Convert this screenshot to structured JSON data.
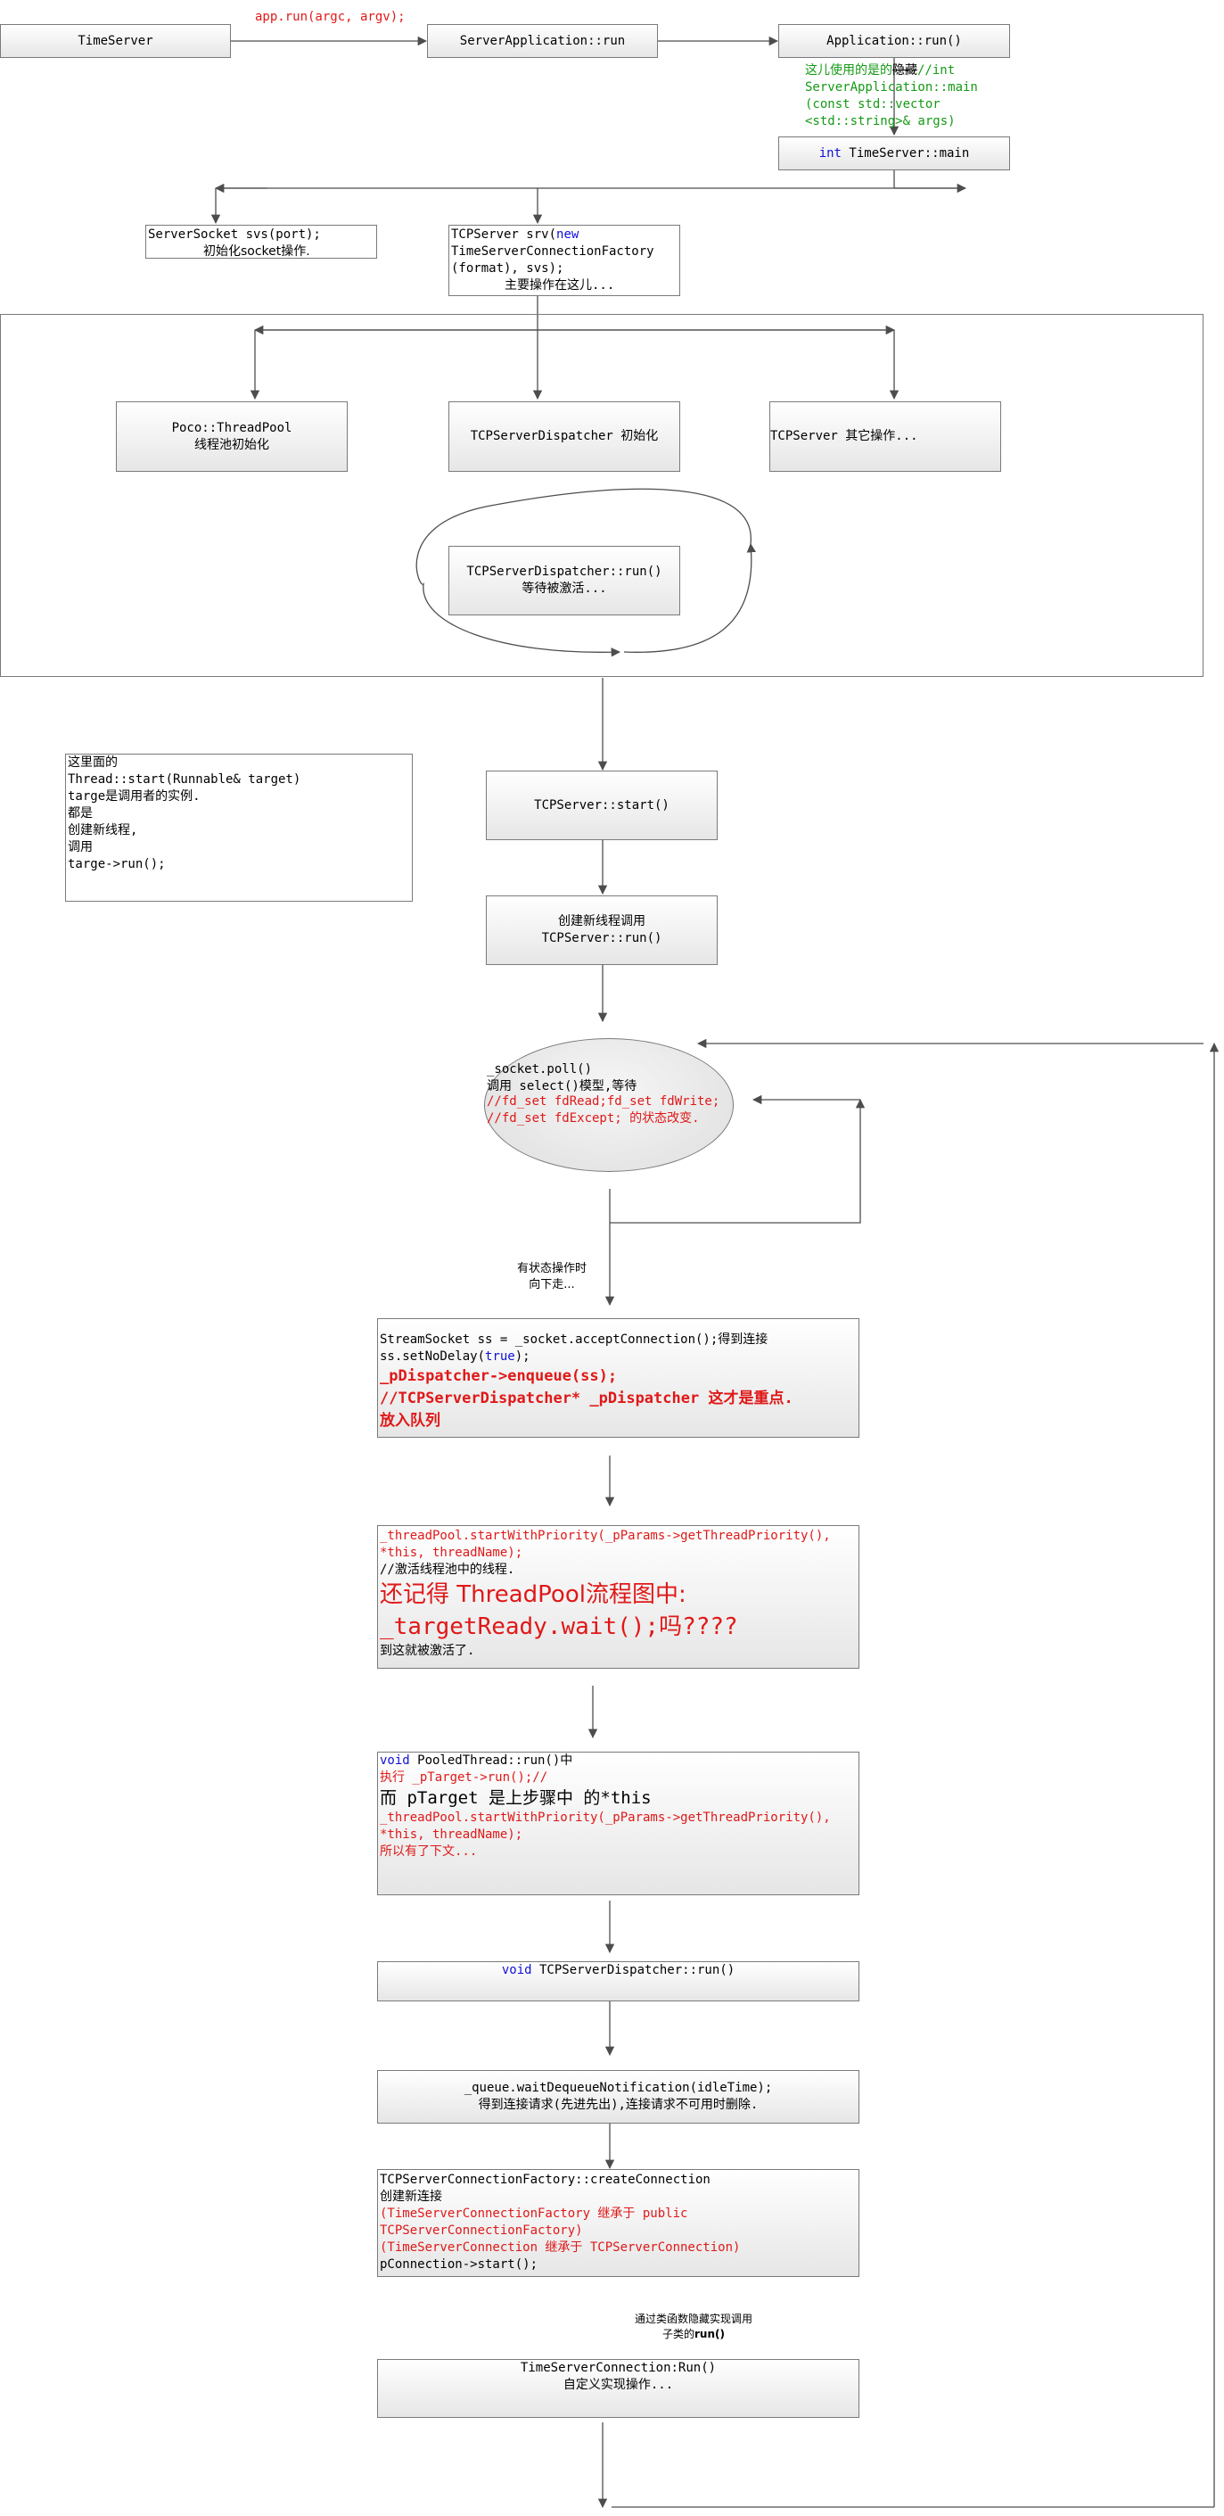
{
  "nodes": {
    "time_server": "TimeServer",
    "server_app_run": "ServerApplication::run",
    "application_run": "Application::run()",
    "int_kw": "int",
    "time_server_main": " TimeServer::main",
    "server_socket_1": "ServerSocket svs(port);",
    "server_socket_2": "初始化socket操作.",
    "tcp_server_srv_1a": "TCPServer srv(",
    "tcp_server_srv_1b": "new",
    "tcp_server_srv_2": "TimeServerConnectionFactory",
    "tcp_server_srv_3": "(format), svs);",
    "tcp_server_srv_4": "主要操作在这儿...",
    "thread_pool_1": "Poco::ThreadPool",
    "thread_pool_2": "线程池初始化",
    "dispatcher_init": "TCPServerDispatcher 初始化",
    "tcp_other": "TCPServer 其它操作...",
    "dispatcher_run_1": "TCPServerDispatcher::run()",
    "dispatcher_run_2": "等待被激活...",
    "thread_start_1": "这里面的",
    "thread_start_2": "Thread::start(Runnable& target)",
    "thread_start_3": "targe是调用者的实例.",
    "thread_start_4": "都是",
    "thread_start_5": "创建新线程,",
    "thread_start_6": "调用",
    "thread_start_7": "targe->run();",
    "tcp_start": "TCPServer::start()",
    "new_thread_1": "创建新线程调用",
    "new_thread_2": "TCPServer::run()",
    "poll_1": "_socket.poll()",
    "poll_2": "调用 select()模型,等待",
    "poll_3": "//fd_set fdRead;fd_set fdWrite;",
    "poll_4": "//fd_set fdExcept; 的状态改变.",
    "status_1": "有状态操作时",
    "status_2": "向下走...",
    "accept_1": "StreamSocket ss = _socket.acceptConnection();得到连接",
    "accept_2a": "ss.setNoDelay(",
    "accept_2b": "true",
    "accept_2c": ");",
    "accept_3": "_pDispatcher->enqueue(ss);",
    "accept_4": "//TCPServerDispatcher* _pDispatcher 这才是重点.",
    "accept_5": "放入队列",
    "pool_1": "_threadPool.startWithPriority(_pParams->getThreadPriority(),",
    "pool_2": "*this, threadName);",
    "pool_3": "//激活线程池中的线程.",
    "pool_4": "还记得 ThreadPool流程图中:",
    "pool_5": "_targetReady.wait();吗????",
    "pool_6": "到这就被激活了.",
    "pooled_1a": "void",
    "pooled_1b": " PooledThread::run()中",
    "pooled_2": "执行 _pTarget->run();//",
    "pooled_3": "而 pTarget 是上步骤中 的*this",
    "pooled_4": "_threadPool.startWithPriority(_pParams->getThreadPriority(),",
    "pooled_5": "*this, threadName);",
    "pooled_6": "所以有了下文...",
    "disp_run_void": "void",
    "disp_run_rest": " TCPServerDispatcher::run()",
    "queue_1": "_queue.waitDequeueNotification(idleTime);",
    "queue_2": "得到连接请求(先进先出),连接请求不可用时删除.",
    "factory_1": "TCPServerConnectionFactory::createConnection",
    "factory_2": "创建新连接",
    "factory_3": "(TimeServerConnectionFactory 继承于 public",
    "factory_4": "TCPServerConnectionFactory)",
    "factory_5": "(TimeServerConnection 继承于  TCPServerConnection)",
    "factory_6": "pConnection->start();",
    "virtual_1": "通过类函数隐藏实现调用",
    "virtual_2": "子类的",
    "virtual_3": "run()",
    "conn_run_1": "TimeServerConnection:Run()",
    "conn_run_2": "自定义实现操作..."
  },
  "labels": {
    "app_run": "app.run(argc, argv);",
    "main_note_1a": "这儿使用的是",
    "main_note_1b": "的",
    "main_note_1c": "隐藏",
    "main_note_1d": "//int",
    "main_note_2": "ServerApplication::main",
    "main_note_3": "(const std::vector",
    "main_note_4": "<std::string>& args)"
  },
  "colors": {
    "border": "#7a7a7a",
    "arrow": "#4d4d4d",
    "red": "#e01818",
    "blue": "#1010d8",
    "green": "#159a15"
  }
}
